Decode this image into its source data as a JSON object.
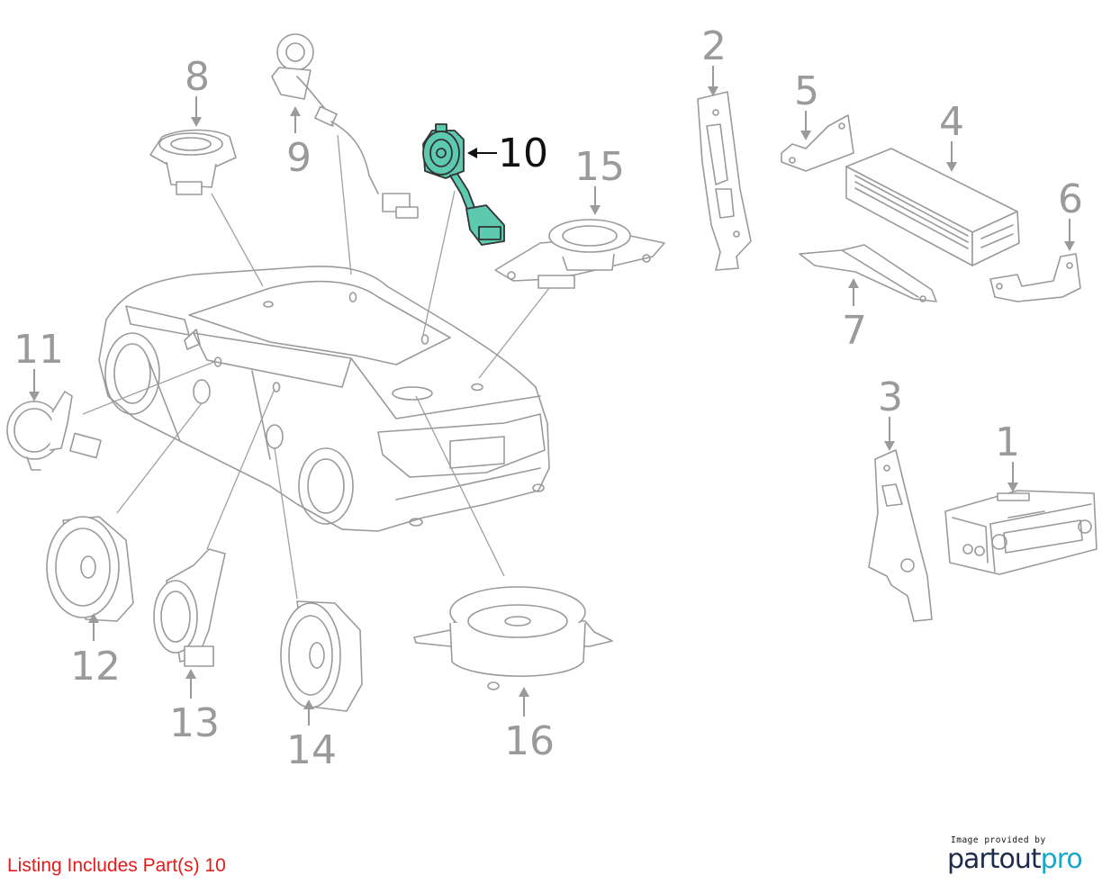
{
  "diagram": {
    "highlighted_part": "10",
    "highlight_color": "#5cc9b0",
    "callouts": [
      "1",
      "2",
      "3",
      "4",
      "5",
      "6",
      "7",
      "8",
      "9",
      "10",
      "11",
      "12",
      "13",
      "14",
      "15",
      "16"
    ]
  },
  "listing": {
    "text": "Listing Includes Part(s) 10",
    "color": "#e31b1b"
  },
  "brand": {
    "tagline": "Image provided by",
    "name_prefix": "partout",
    "name_suffix": "pro"
  }
}
